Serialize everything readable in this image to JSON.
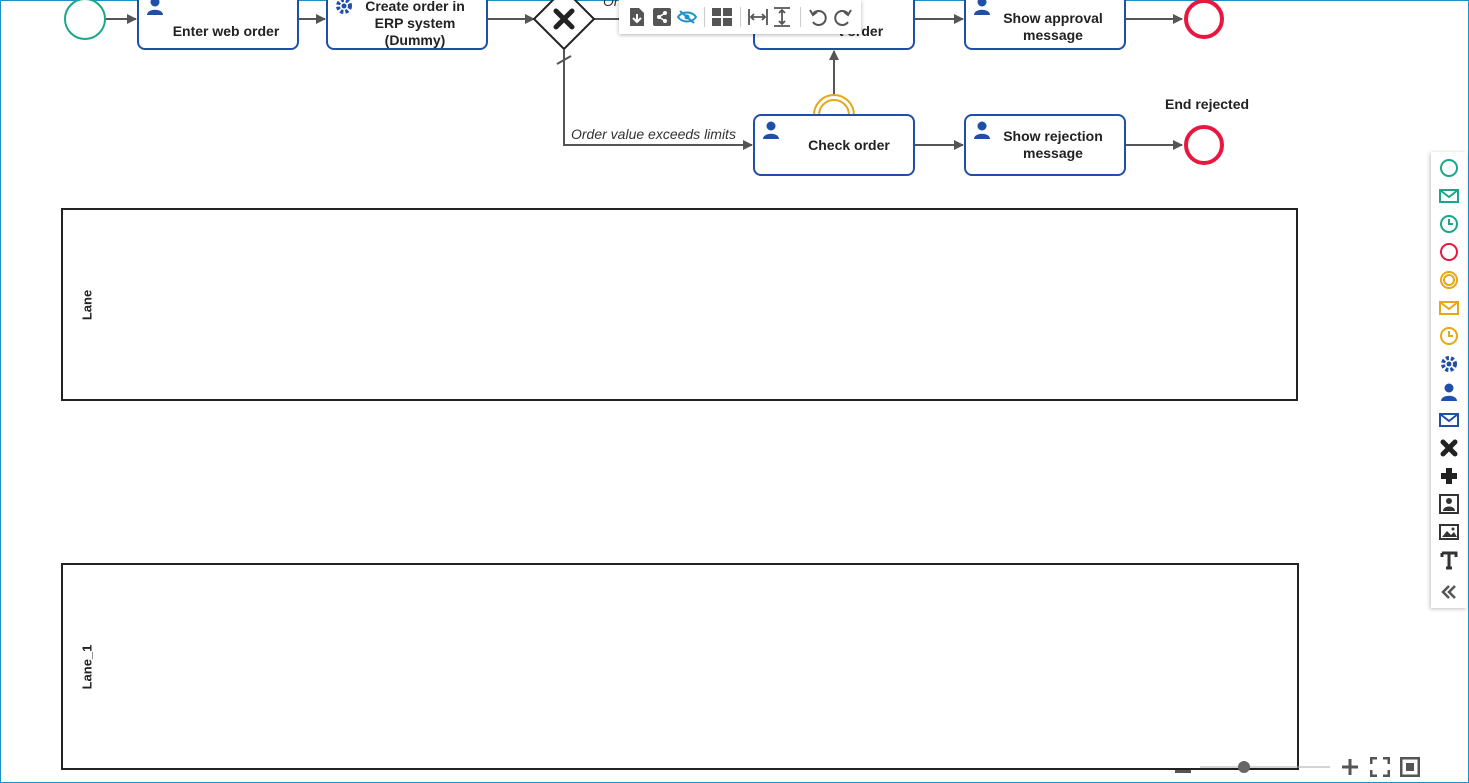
{
  "tasks": {
    "enter_web_order": "Enter web order",
    "create_order_erp": "Create order in ERP system (Dummy)",
    "approve_order_partial": "t order",
    "show_approval": "Show approval message",
    "check_order": "Check order",
    "show_rejection": "Show rejection message"
  },
  "labels": {
    "order_exceeds": "Order value exceeds limits",
    "order_partial": "Or",
    "end_rejected": "End rejected"
  },
  "lanes": {
    "lane_0": "Lane",
    "lane_1": "Lane_1"
  },
  "toolbar": {
    "icons": [
      "export-icon",
      "share-icon",
      "hide-icon",
      "layout-icon",
      "fit-width-icon",
      "fit-height-icon",
      "undo-icon",
      "redo-icon"
    ]
  },
  "palette": {
    "icons": [
      "start-event-icon",
      "message-start-icon",
      "timer-start-icon",
      "end-event-icon",
      "intermediate-event-icon",
      "message-intermediate-icon",
      "timer-intermediate-icon",
      "service-task-icon",
      "user-task-icon",
      "send-task-icon",
      "exclusive-gateway-icon",
      "parallel-gateway-icon",
      "lane-icon",
      "image-icon",
      "text-icon",
      "collapse-icon"
    ]
  },
  "colors": {
    "task_border": "#1f4fa8",
    "start": "#19a78a",
    "end": "#e8173f",
    "intermediate": "#e6a817",
    "flow": "#555555",
    "frame": "#1e90c8"
  }
}
